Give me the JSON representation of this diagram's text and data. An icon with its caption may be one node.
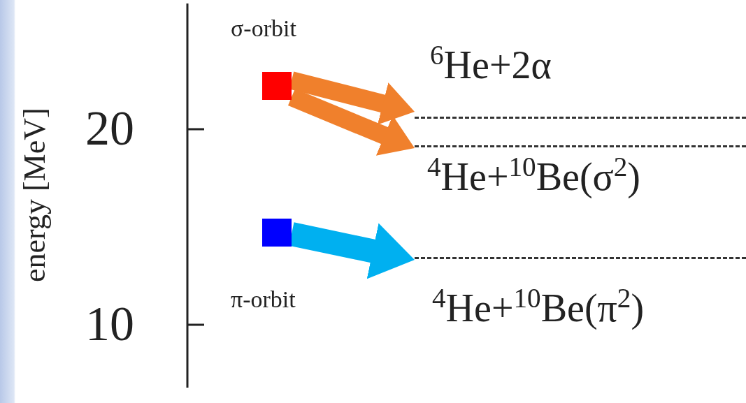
{
  "diagram": {
    "nodes": [
      {
        "text": [],
        "shape": "box",
        "beside": [
          "σ-orbit"
        ]
      },
      {
        "text": [],
        "shape": "box",
        "beside": [
          "π-orbit"
        ]
      },
      {
        "text": [
          "$^{6}$He+2α"
        ]
      },
      {
        "text": [
          "$^{4}$He+$^{10}$Be(σ$^{2}$)"
        ]
      },
      {
        "text": [
          "$^{4}$He+$^{10}$Be(π$^{2}$)"
        ]
      }
    ],
    "edges": [
      {
        "from": 0,
        "to": 2,
        "arrow": "to",
        "color": "#f0802c"
      },
      {
        "from": 0,
        "to": 3,
        "arrow": "to",
        "color": "#f0802c"
      },
      {
        "from": 1,
        "to": 4,
        "arrow": "to",
        "color": "#00b0f0"
      }
    ],
    "labels": [
      "energy [MeV]",
      "20",
      "10"
    ]
  }
}
